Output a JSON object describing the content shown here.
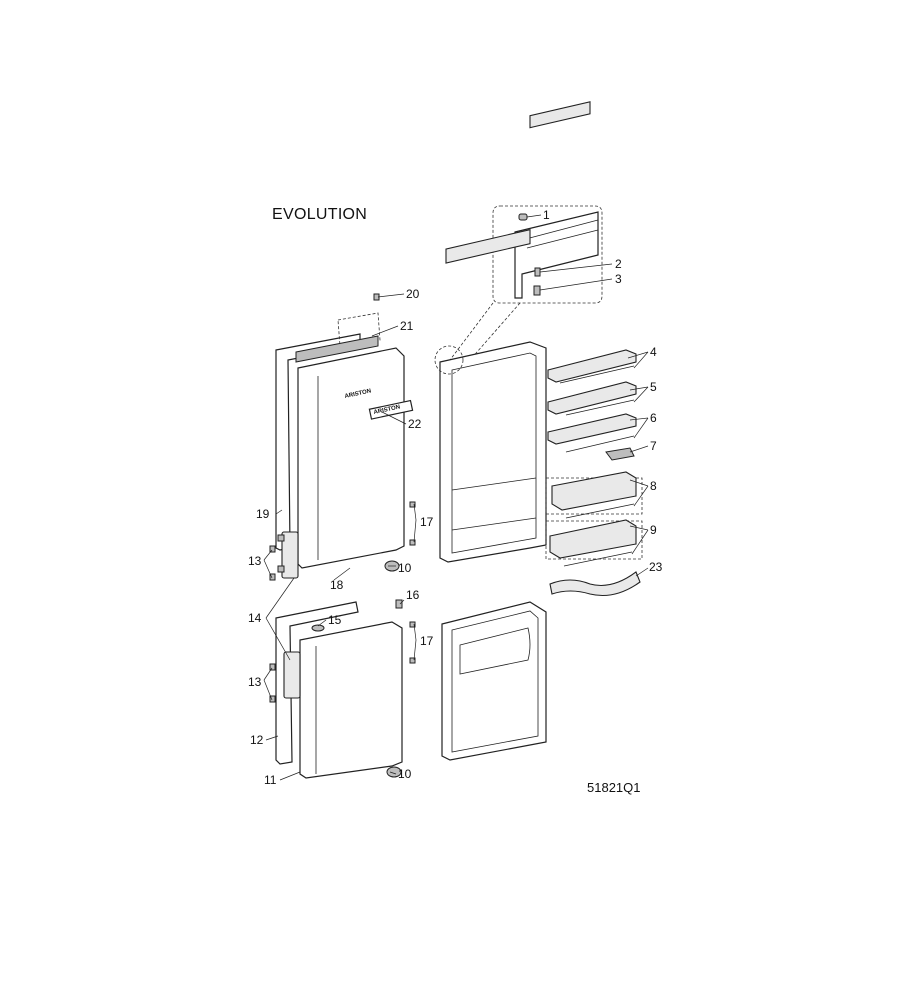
{
  "title": "EVOLUTION",
  "drawing_code": "51821Q1",
  "brand_mark": "ARISTON",
  "callouts": {
    "p1": "1",
    "p2": "2",
    "p3": "3",
    "p4": "4",
    "p5": "5",
    "p6": "6",
    "p7": "7",
    "p8": "8",
    "p9": "9",
    "p10a": "10",
    "p10b": "10",
    "p11": "11",
    "p12": "12",
    "p13a": "13",
    "p13b": "13",
    "p14": "14",
    "p15": "15",
    "p16": "16",
    "p17a": "17",
    "p17b": "17",
    "p18": "18",
    "p19": "19",
    "p20": "20",
    "p21": "21",
    "p22": "22",
    "p23": "23"
  }
}
